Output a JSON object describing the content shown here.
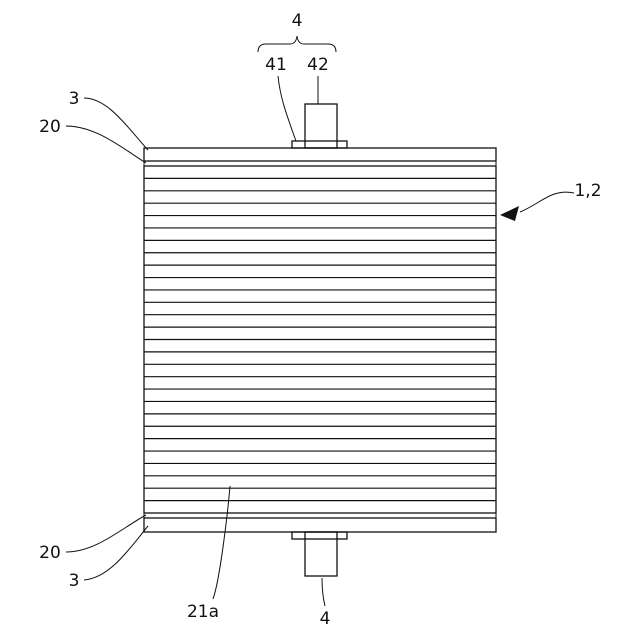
{
  "figure": {
    "labels": {
      "terminal_group_top": "4",
      "terminal_part_41": "41",
      "terminal_part_42": "42",
      "plate_3_top": "3",
      "plate_20_top": "20",
      "stack_label": "1,2",
      "plate_20_bottom": "20",
      "plate_3_bottom": "3",
      "electrode_21a": "21a",
      "terminal_bottom": "4"
    },
    "stack_layer_count": 27
  }
}
